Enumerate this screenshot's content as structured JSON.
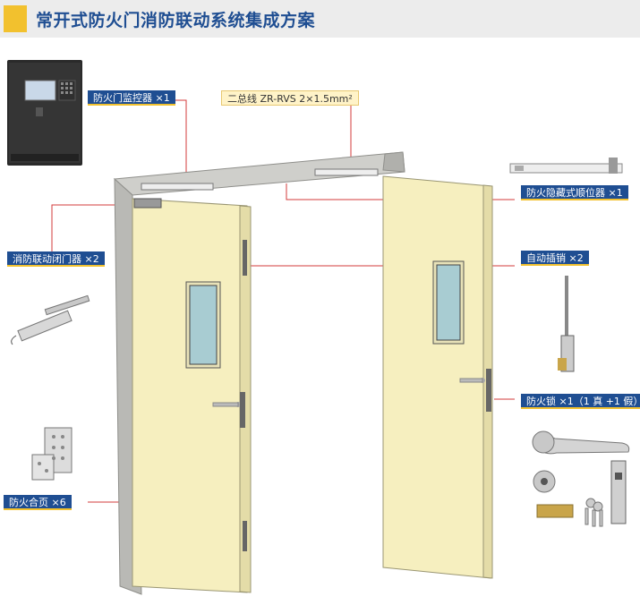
{
  "header": {
    "title": "常开式防火门消防联动系统集成方案"
  },
  "labels": {
    "monitor": "防火门监控器 ×1",
    "bus_cable": "二总线 ZR-RVS 2×1.5mm²",
    "sequencer": "防火隐藏式顺位器 ×1",
    "closer": "消防联动闭门器 ×2",
    "auto_bolt": "自动插销 ×2",
    "lock": "防火锁 ×1（1 真 +1 假）",
    "hinge": "防火合页 ×6"
  },
  "colors": {
    "brand_blue": "#1f4e92",
    "accent_yellow": "#f2c12e",
    "leader_red": "#d33b3b",
    "door_leaf": "#f6efbf",
    "frame_grey": "#b9b9b5"
  }
}
